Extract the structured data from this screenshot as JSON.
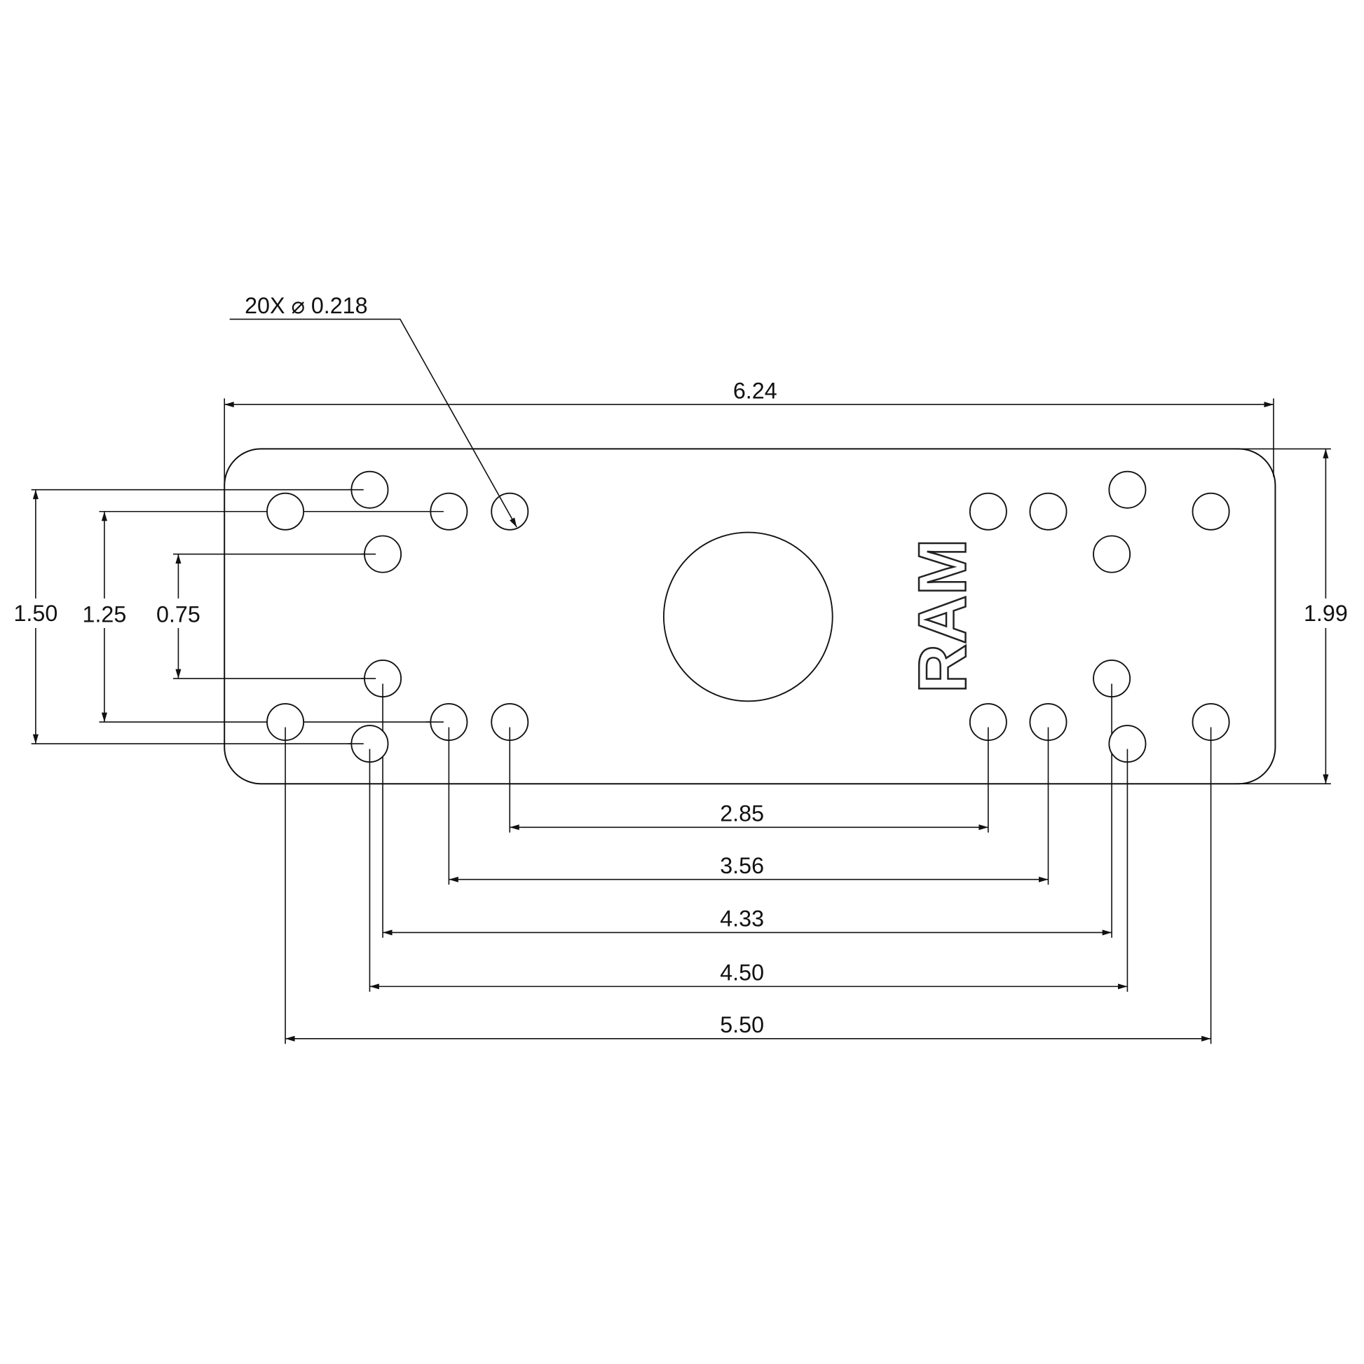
{
  "callout": {
    "label": "20X ⌀ 0.218"
  },
  "logo_text": "RAM",
  "dimensions": {
    "overall_width": "6.24",
    "overall_height": "1.99",
    "left_outer": "1.50",
    "left_middle": "1.25",
    "left_inner": "0.75",
    "bottom": [
      "2.85",
      "3.56",
      "4.33",
      "4.50",
      "5.50"
    ]
  }
}
